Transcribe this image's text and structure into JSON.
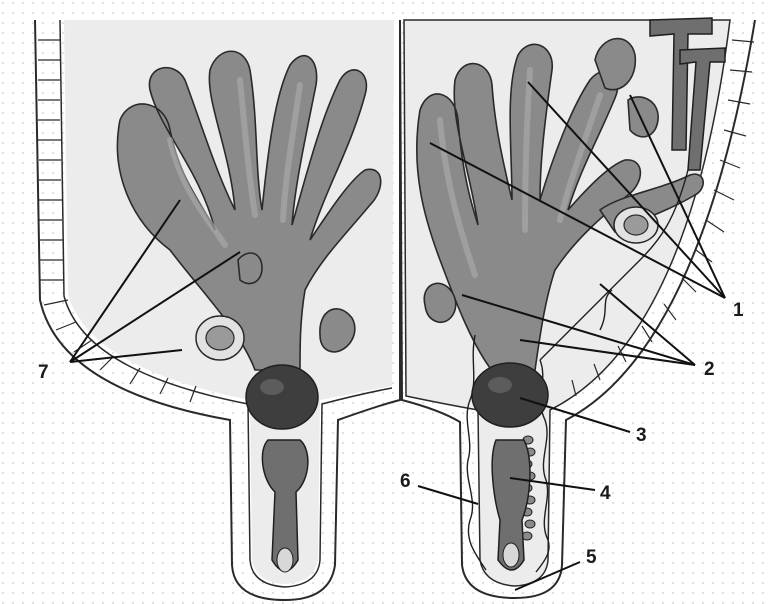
{
  "labels": {
    "l1": "1",
    "l2": "2",
    "l3": "3",
    "l4": "4",
    "l5": "5",
    "l6": "6",
    "l7": "7"
  },
  "colors": {
    "background": "#ffffff",
    "dots": "#c9c9c9",
    "cavity": "#ececec",
    "gland": "#8a8a8a",
    "gland_dark": "#5f5f5f",
    "bulb": "#3e3e3e",
    "outline": "#2a2a2a",
    "skin_band": "#d2d2d2",
    "vessel": "#1f1f1f"
  }
}
